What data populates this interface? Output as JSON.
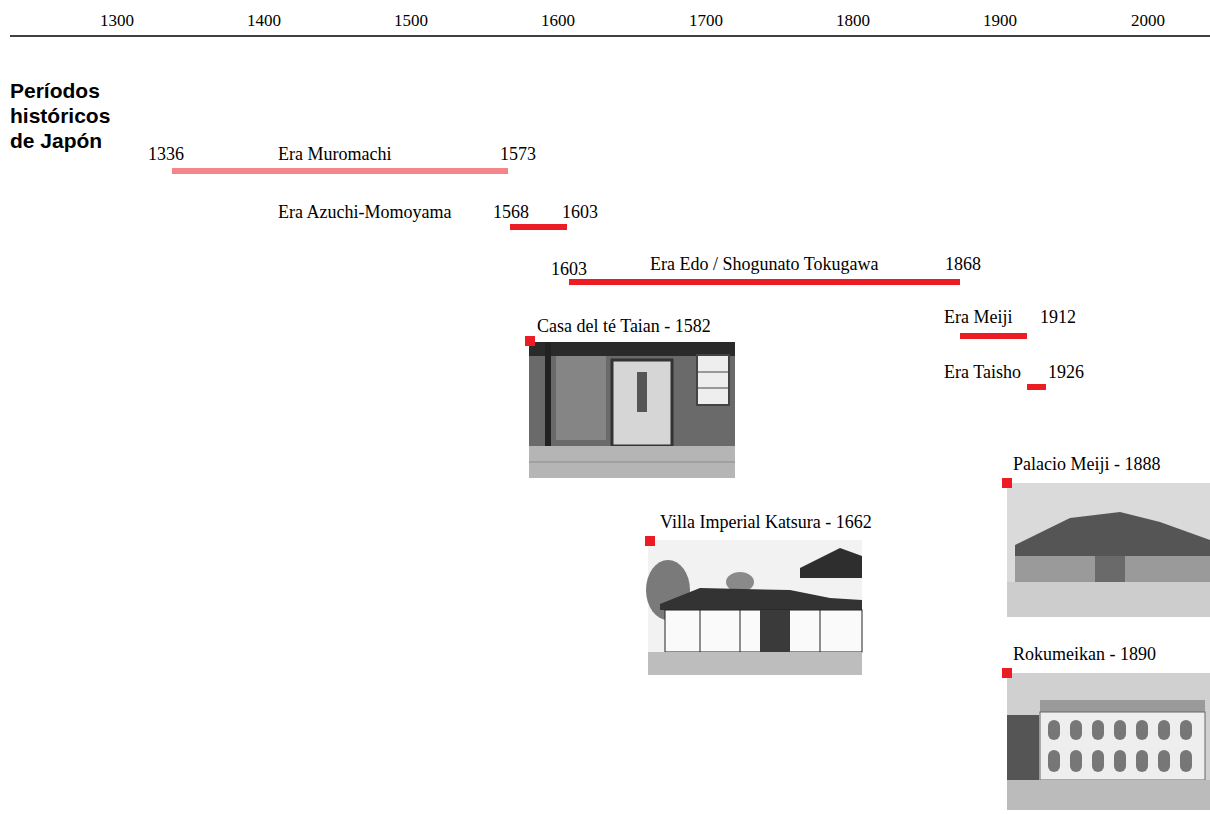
{
  "diagram": {
    "title": "Períodos históricos de Japón",
    "nodes": [
      {
        "text": [
          "1336",
          "Era Muromachi",
          "1573"
        ]
      },
      {
        "text": [
          "Era Azuchi-Momoyama",
          "1568",
          "1603"
        ]
      },
      {
        "text": [
          "1603",
          "Era Edo / Shogunato Tokugawa",
          "1868"
        ]
      },
      {
        "text": [
          "Era Meiji",
          "1912"
        ]
      },
      {
        "text": [
          "Casa del té Taian - 1582"
        ]
      },
      {
        "text": [
          "Era Taisho",
          "1926"
        ]
      },
      {
        "text": [
          "Palacio Meiji - 1888"
        ]
      },
      {
        "text": [
          "Villa Imperial Katsura - 1662"
        ]
      },
      {
        "text": [
          "Rokumeikan - 1890"
        ]
      }
    ],
    "labels": [
      "1300",
      "1400",
      "1500",
      "1600",
      "1700",
      "1800",
      "1900",
      "2000"
    ]
  }
}
